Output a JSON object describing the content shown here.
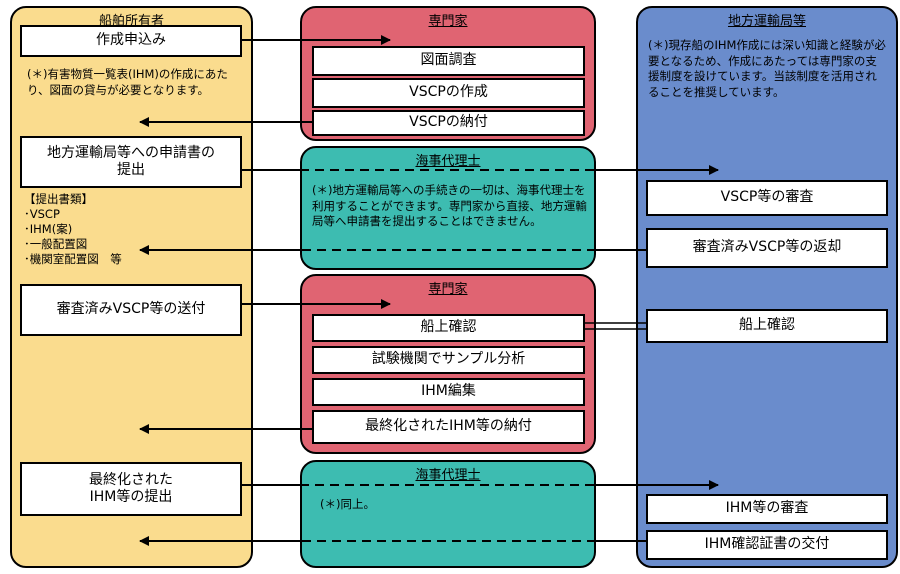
{
  "colors": {
    "owner": "#fadc8e",
    "expert": "#e06472",
    "agent": "#3dbcb1",
    "bureau": "#6a8ccc"
  },
  "lanes": {
    "owner_title": "船舶所有者",
    "expert_title": "専門家",
    "agent_title": "海事代理士",
    "bureau_title": "地方運輸局等"
  },
  "owner": {
    "apply": "作成申込み",
    "note1": "(＊)有害物質一覧表(IHM)の作成にあたり、図面の貸与が必要となります。",
    "submit": "地方運輸局等への申請書の\n提出",
    "docs_header": "【提出書類】",
    "docs": [
      "･VSCP",
      "･IHM(案)",
      "･一般配置図",
      "･機関室配置図　等"
    ],
    "send": "審査済みVSCP等の送付",
    "final_submit": "最終化された\nIHM等の提出"
  },
  "expert1": {
    "steps": [
      "図面調査",
      "VSCPの作成",
      "VSCPの納付"
    ]
  },
  "agent1": {
    "note": "(＊)地方運輸局等への手続きの一切は、海事代理士を利用することができます。専門家から直接、地方運輸局等へ申請書を提出することはできません。"
  },
  "expert2": {
    "steps": [
      "船上確認",
      "試験機関でサンプル分析",
      "IHM編集",
      "最終化されたIHM等の納付"
    ]
  },
  "agent2": {
    "note": "(＊)同上。"
  },
  "bureau": {
    "note": "(＊)現存船のIHM作成には深い知識と経験が必要となるため、作成にあたっては専門家の支援制度を設けています。当該制度を活用されることを推奨しています。",
    "steps": [
      "VSCP等の審査",
      "審査済みVSCP等の返却",
      "船上確認",
      "IHM等の審査",
      "IHM確認証書の交付"
    ]
  }
}
